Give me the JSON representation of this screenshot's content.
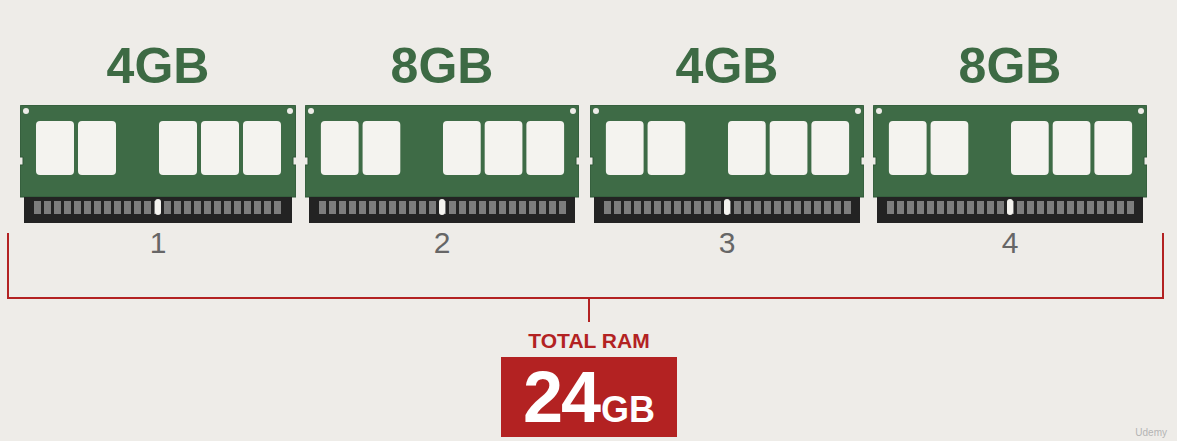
{
  "diagram": {
    "nodes": [
      {
        "text": [
          "4GB",
          "1"
        ]
      },
      {
        "text": [
          "8GB",
          "2"
        ]
      },
      {
        "text": [
          "4GB",
          "3"
        ]
      },
      {
        "text": [
          "8GB",
          "4"
        ]
      },
      {
        "text": [
          "TOTAL RAM",
          "24",
          "GB"
        ]
      }
    ],
    "edges": [
      {
        "from": 0,
        "to": 4,
        "arrow": "none"
      },
      {
        "from": 1,
        "to": 4,
        "arrow": "none"
      },
      {
        "from": 2,
        "to": 4,
        "arrow": "none"
      },
      {
        "from": 3,
        "to": 4,
        "arrow": "none"
      }
    ],
    "labels": [
      "Udemy"
    ]
  }
}
